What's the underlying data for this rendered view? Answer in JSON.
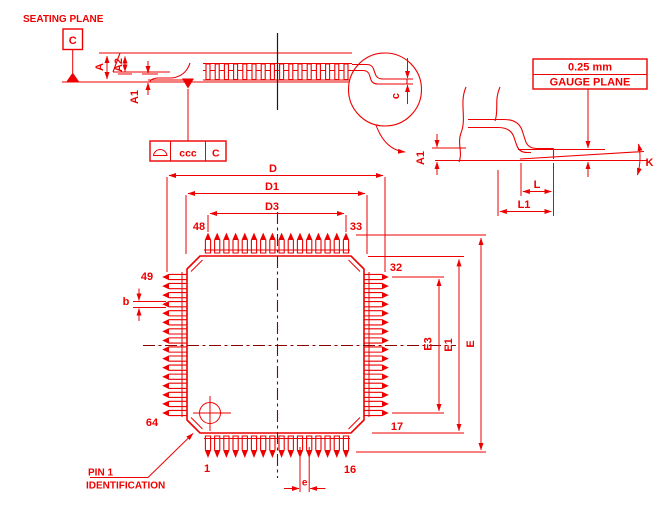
{
  "drawing": {
    "title_hint": "quad-flat-package-outline",
    "side_view": {
      "seating_plane_label": "SEATING PLANE",
      "datum_label": "C",
      "dim_a": "A",
      "dim_a2": "A2",
      "dim_a1": "A1",
      "tolerance_frame": {
        "symbol_icon": "profile-of-a-surface-icon",
        "tolerance": "ccc",
        "datum": "C"
      },
      "detail_dim_c": "c"
    },
    "gauge_detail": {
      "callout_line1": "0.25 mm",
      "callout_line2": "GAUGE PLANE",
      "dim_a1": "A1",
      "dim_l": "L",
      "dim_l1": "L1",
      "dim_k": "K"
    },
    "plan_view": {
      "dim_d": "D",
      "dim_d1": "D1",
      "dim_d3": "D3",
      "dim_e": "E",
      "dim_e1": "E1",
      "dim_e3": "E3",
      "dim_b": "b",
      "dim_pitch": "e",
      "pins_per_side": 16,
      "total_pins": 64,
      "pin_numbers": {
        "bottom_left": "1",
        "bottom_right": "16",
        "right_bottom": "17",
        "right_top": "32",
        "top_right": "33",
        "top_left": "48",
        "left_top": "49",
        "left_bottom": "64"
      },
      "pin1_id_line1": "PIN 1",
      "pin1_id_line2": "IDENTIFICATION"
    }
  },
  "colors": {
    "line": "#ee0000",
    "centerline": "#8b0000",
    "dark": "#1a1a1a",
    "bg": "#ffffff"
  }
}
